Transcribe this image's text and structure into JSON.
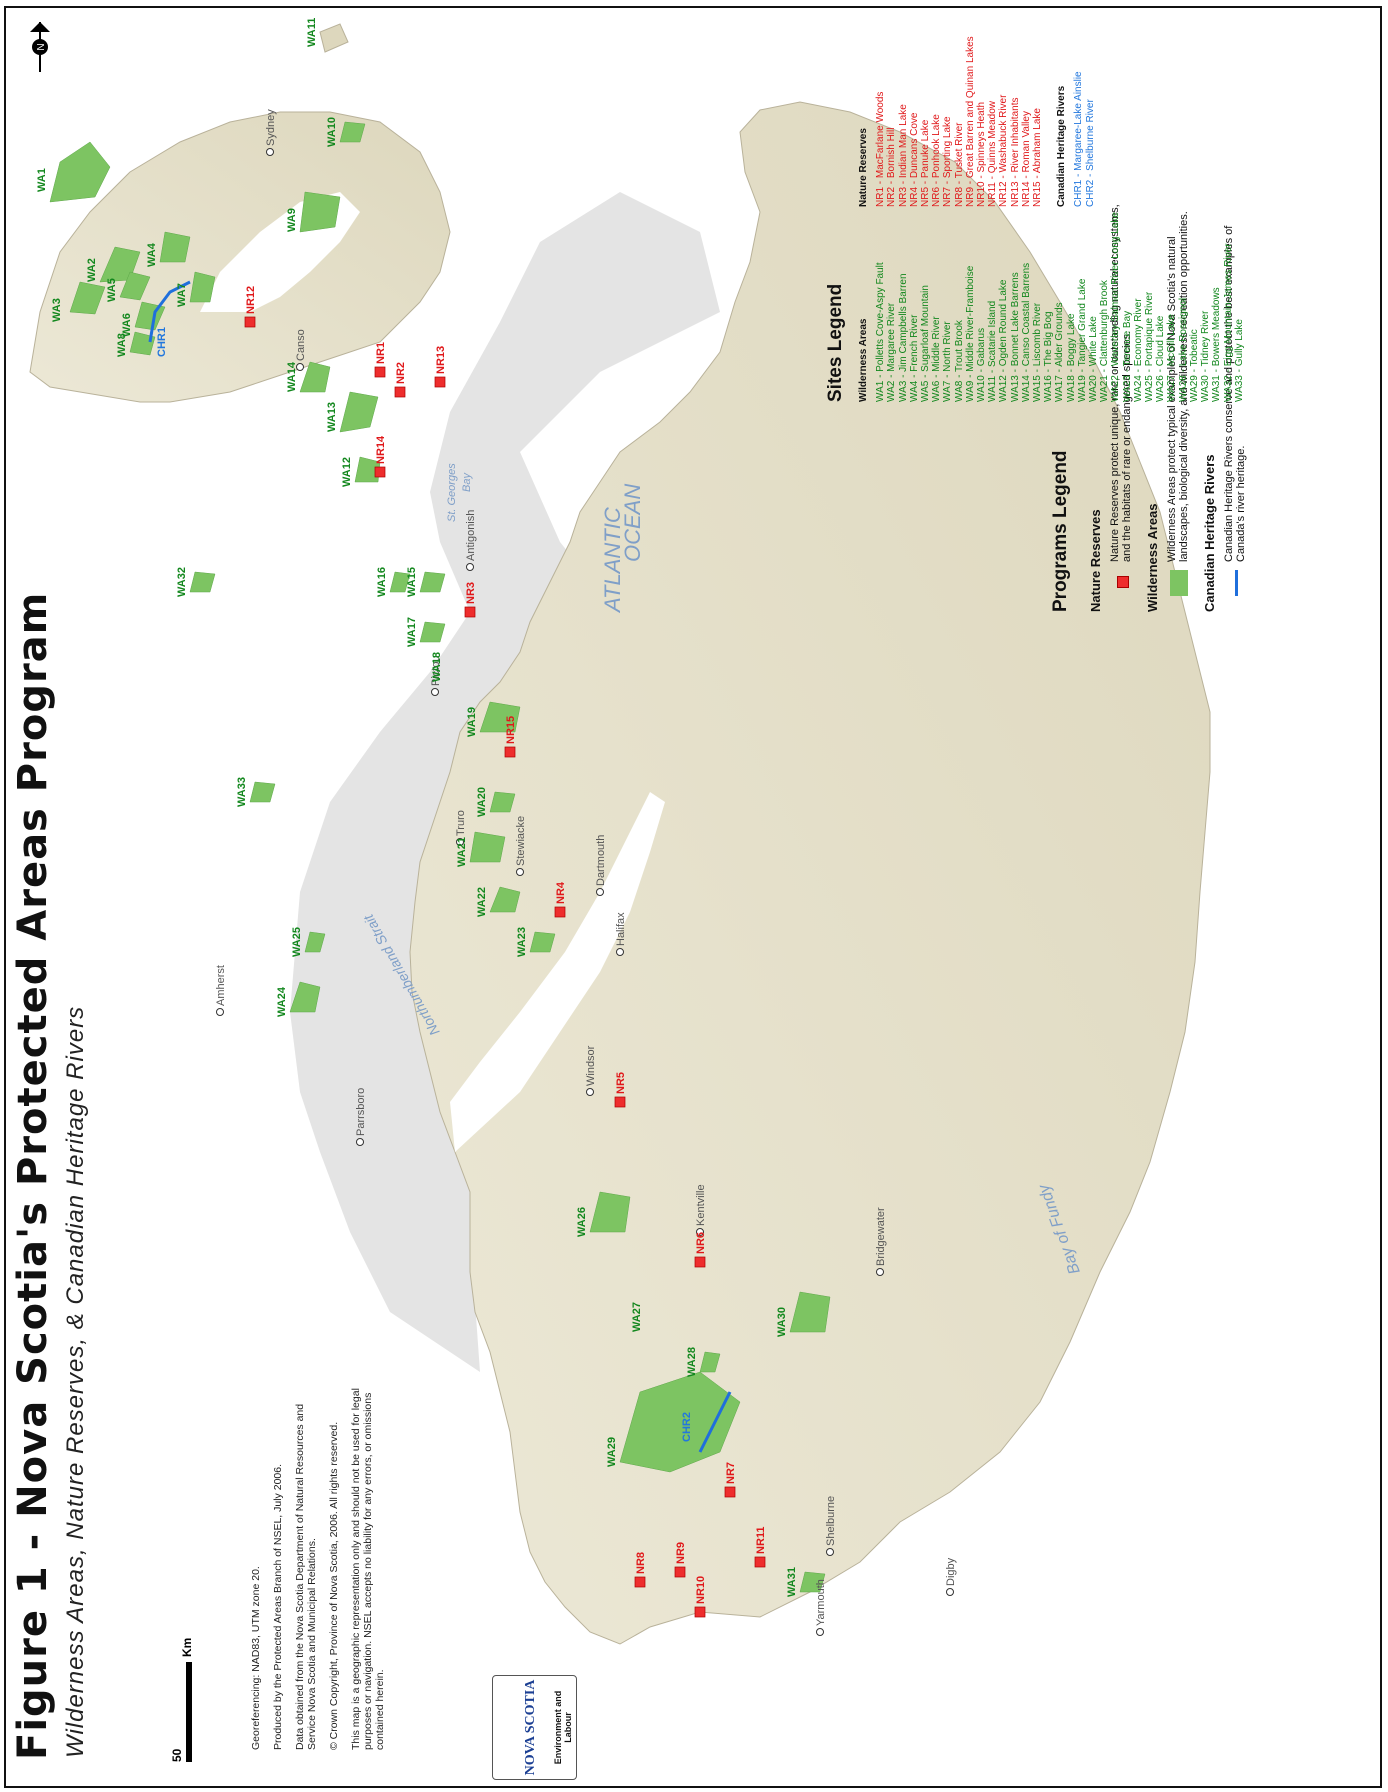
{
  "header": {
    "title": "Figure 1 - Nova Scotia's Protected Areas Program",
    "subtitle": "Wilderness Areas, Nature Reserves, & Canadian Heritage Rivers"
  },
  "scale": {
    "value": "50",
    "unit": "Km"
  },
  "notes": [
    "Georeferencing: NAD83, UTM zone 20.",
    "Produced by the Protected Areas Branch of NSEL, July 2006.",
    "Data obtained from the Nova Scotia Department of Natural Resources and Service Nova Scotia and Municipal Relations.",
    "© Crown Copyright, Province of Nova Scotia, 2006.  All rights reserved.",
    "This map is a geographic representation only and should not be used for legal purposes or navigation.  NSEL accepts no liability for any errors, or omissions contained herein."
  ],
  "logo": {
    "name": "NOVA SCOTIA",
    "dept": "Environment and Labour"
  },
  "north_label": "N",
  "water_labels": {
    "northumberland": "Northumberland Strait",
    "fundy": "Bay of Fundy",
    "atlantic": "ATLANTIC",
    "ocean": "OCEAN",
    "georges": "St. Georges",
    "bay": "Bay"
  },
  "towns": [
    "Sydney",
    "Canso",
    "Antigonish",
    "Pictou",
    "Truro",
    "Stewiacke",
    "Amherst",
    "Parrsboro",
    "Windsor",
    "Dartmouth",
    "Halifax",
    "Kentville",
    "Bridgewater",
    "Digby",
    "Yarmouth",
    "Shelburne"
  ],
  "colors": {
    "wilderness": "#7dc462",
    "reserve": "#ee2d2d",
    "river": "#1f6fdc",
    "land": "#e6e1cc",
    "label_green": "#12871d",
    "label_red": "#e0181a",
    "label_blue": "#2277dd"
  },
  "map_labels": {
    "wa": [
      "WA1",
      "WA2",
      "WA3",
      "WA4",
      "WA5",
      "WA6",
      "WA7",
      "WA8",
      "WA9",
      "WA10",
      "WA11",
      "WA12",
      "WA13",
      "WA14",
      "WA15",
      "WA16",
      "WA17",
      "WA18",
      "WA19",
      "WA20",
      "WA21",
      "WA22",
      "WA23",
      "WA24",
      "WA25",
      "WA26",
      "WA27",
      "WA28",
      "WA29",
      "WA30",
      "WA31",
      "WA32",
      "WA33"
    ],
    "nr": [
      "NR1",
      "NR2",
      "NR3",
      "NR4",
      "NR5",
      "NR6",
      "NR7",
      "NR8",
      "NR9",
      "NR10",
      "NR11",
      "NR12",
      "NR13",
      "NR14",
      "NR15"
    ],
    "chr": [
      "CHR1",
      "CHR2"
    ]
  },
  "programs_legend": {
    "title": "Programs Legend",
    "nature_reserves": {
      "heading": "Nature Reserves",
      "desc": "Nature Reserves protect unique, rare, or outstanding natural ecosystems, and the habitats of rare or endangered species."
    },
    "wilderness_areas": {
      "heading": "Wilderness Areas",
      "desc": "Wilderness Areas protect typical examples of Nova Scotia's natural landscapes, biological diversity, and wilderness recreation opportunities."
    },
    "heritage_rivers": {
      "heading": "Canadian Heritage Rivers",
      "desc": "Canadian Heritage Rivers conserve and protect the best examples of Canada's river heritage."
    }
  },
  "sites_legend": {
    "title": "Sites Legend",
    "wa_heading": "Wilderness Areas",
    "nr_heading": "Nature Reserves",
    "chr_heading": "Canadian Heritage Rivers",
    "wilderness_areas": [
      "WA1 - Polletts Cove-Aspy Fault",
      "WA2 - Margaree River",
      "WA3 - Jim Campbells Barren",
      "WA4 - French River",
      "WA5 - Sugarloaf Mountain",
      "WA6 - Middle River",
      "WA7 - North River",
      "WA8 - Trout Brook",
      "WA9 - Middle River-Framboise",
      "WA10 - Gabarus",
      "WA11 - Scatarie Island",
      "WA12 - Ogden Round Lake",
      "WA13 - Bonnet Lake Barrens",
      "WA14 - Canso Coastal Barrens",
      "WA15 - Liscomb River",
      "WA16 - The Big Bog",
      "WA17 - Alder Grounds",
      "WA18 - Boggy Lake",
      "WA19 - Tangier Grand Lake",
      "WA20 - White Lake",
      "WA21 - Clattenburgh Brook",
      "WA22 - Waverley-Salmon River Long Lake",
      "WA23 - Terence Bay",
      "WA24 - Economy River",
      "WA25 - Portapique River",
      "WA26 - Cloud Lake",
      "WA27 - McGill Lake",
      "WA28 - Lake Rossignol",
      "WA29 - Tobeatic",
      "WA30 - Tidney River",
      "WA31 - Bowers Meadows",
      "WA32 - Eigg Mountain-James River",
      "WA33 - Gully Lake"
    ],
    "nature_reserves": [
      "NR1 - MacFarlane Woods",
      "NR2 - Bornish Hill",
      "NR3 - Indian Man Lake",
      "NR4 - Duncans Cove",
      "NR5 - Panuke Lake",
      "NR6 - Ponhook Lake",
      "NR7 - Sporting Lake",
      "NR8 - Tusket River",
      "NR9 - Great Barren and Quinan Lakes",
      "NR10 - Spinneys Heath",
      "NR11 - Quinns Meadow",
      "NR12 - Washabuck River",
      "NR13 - River Inhabitants",
      "NR14 - Roman Valley",
      "NR15 - Abraham Lake"
    ],
    "heritage_rivers": [
      "CHR1 - Margaree-Lake Ainslie",
      "CHR2 - Shelburne River"
    ]
  }
}
